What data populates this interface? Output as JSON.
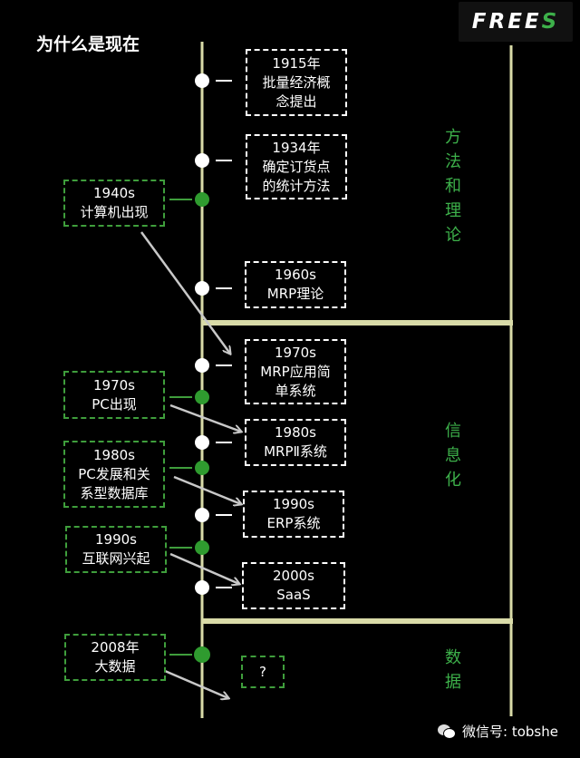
{
  "title": "为什么是现在",
  "logo": {
    "text_main": "FREE",
    "text_accent": "S",
    "accent_color": "#3db04a"
  },
  "colors": {
    "timeline": "#d9dba8",
    "green": "#3db04a",
    "white": "#ffffff",
    "arrow": "#c8c8c8"
  },
  "eras": [
    {
      "label": "方法和理论",
      "chars": [
        "方",
        "法",
        "和",
        "理",
        "论"
      ]
    },
    {
      "label": "信息化",
      "chars": [
        "信",
        "息",
        "化"
      ]
    },
    {
      "label": "数据",
      "chars": [
        "数",
        "据"
      ]
    }
  ],
  "right_events": [
    {
      "lines": [
        "1915年",
        "批量经济概",
        "念提出"
      ]
    },
    {
      "lines": [
        "1934年",
        "确定订货点",
        "的统计方法"
      ]
    },
    {
      "lines": [
        "1960s",
        "MRP理论"
      ]
    },
    {
      "lines": [
        "1970s",
        "MRP应用简",
        "单系统"
      ]
    },
    {
      "lines": [
        "1980s",
        "MRPⅡ系统"
      ]
    },
    {
      "lines": [
        "1990s",
        "ERP系统"
      ]
    },
    {
      "lines": [
        "2000s",
        "SaaS"
      ]
    },
    {
      "lines": [
        "?"
      ]
    }
  ],
  "left_events": [
    {
      "lines": [
        "1940s",
        "计算机出现"
      ]
    },
    {
      "lines": [
        "1970s",
        "PC出现"
      ]
    },
    {
      "lines": [
        "1980s",
        "PC发展和关",
        "系型数据库"
      ]
    },
    {
      "lines": [
        "1990s",
        "互联网兴起"
      ]
    },
    {
      "lines": [
        "2008年",
        "大数据"
      ]
    }
  ],
  "footer": {
    "wechat": "微信号: tobshe"
  }
}
